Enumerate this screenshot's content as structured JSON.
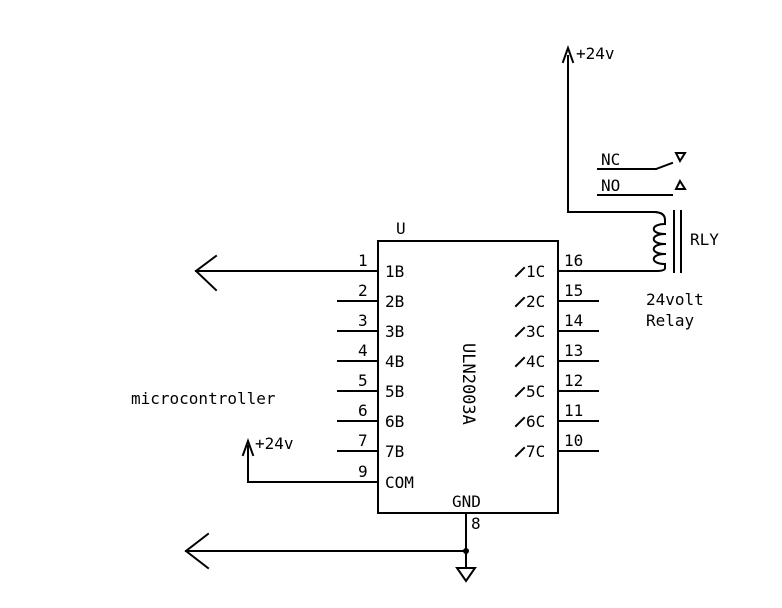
{
  "chip": {
    "ref": "U",
    "part": "ULN2003A",
    "gnd_label": "GND",
    "gnd_pin": "8",
    "com_pin": "9",
    "com_label": "COM"
  },
  "inputs": [
    {
      "pin": "1",
      "label": "1B"
    },
    {
      "pin": "2",
      "label": "2B"
    },
    {
      "pin": "3",
      "label": "3B"
    },
    {
      "pin": "4",
      "label": "4B"
    },
    {
      "pin": "5",
      "label": "5B"
    },
    {
      "pin": "6",
      "label": "6B"
    },
    {
      "pin": "7",
      "label": "7B"
    }
  ],
  "outputs": [
    {
      "pin": "16",
      "label": "1C"
    },
    {
      "pin": "15",
      "label": "2C"
    },
    {
      "pin": "14",
      "label": "3C"
    },
    {
      "pin": "13",
      "label": "4C"
    },
    {
      "pin": "12",
      "label": "5C"
    },
    {
      "pin": "11",
      "label": "6C"
    },
    {
      "pin": "10",
      "label": "7C"
    }
  ],
  "relay": {
    "ref": "RLY",
    "nc": "NC",
    "no": "NO",
    "desc_line1": "24volt",
    "desc_line2": "Relay"
  },
  "power": {
    "top": "+24v",
    "left": "+24v"
  },
  "notes": {
    "micro": "microcontroller"
  }
}
